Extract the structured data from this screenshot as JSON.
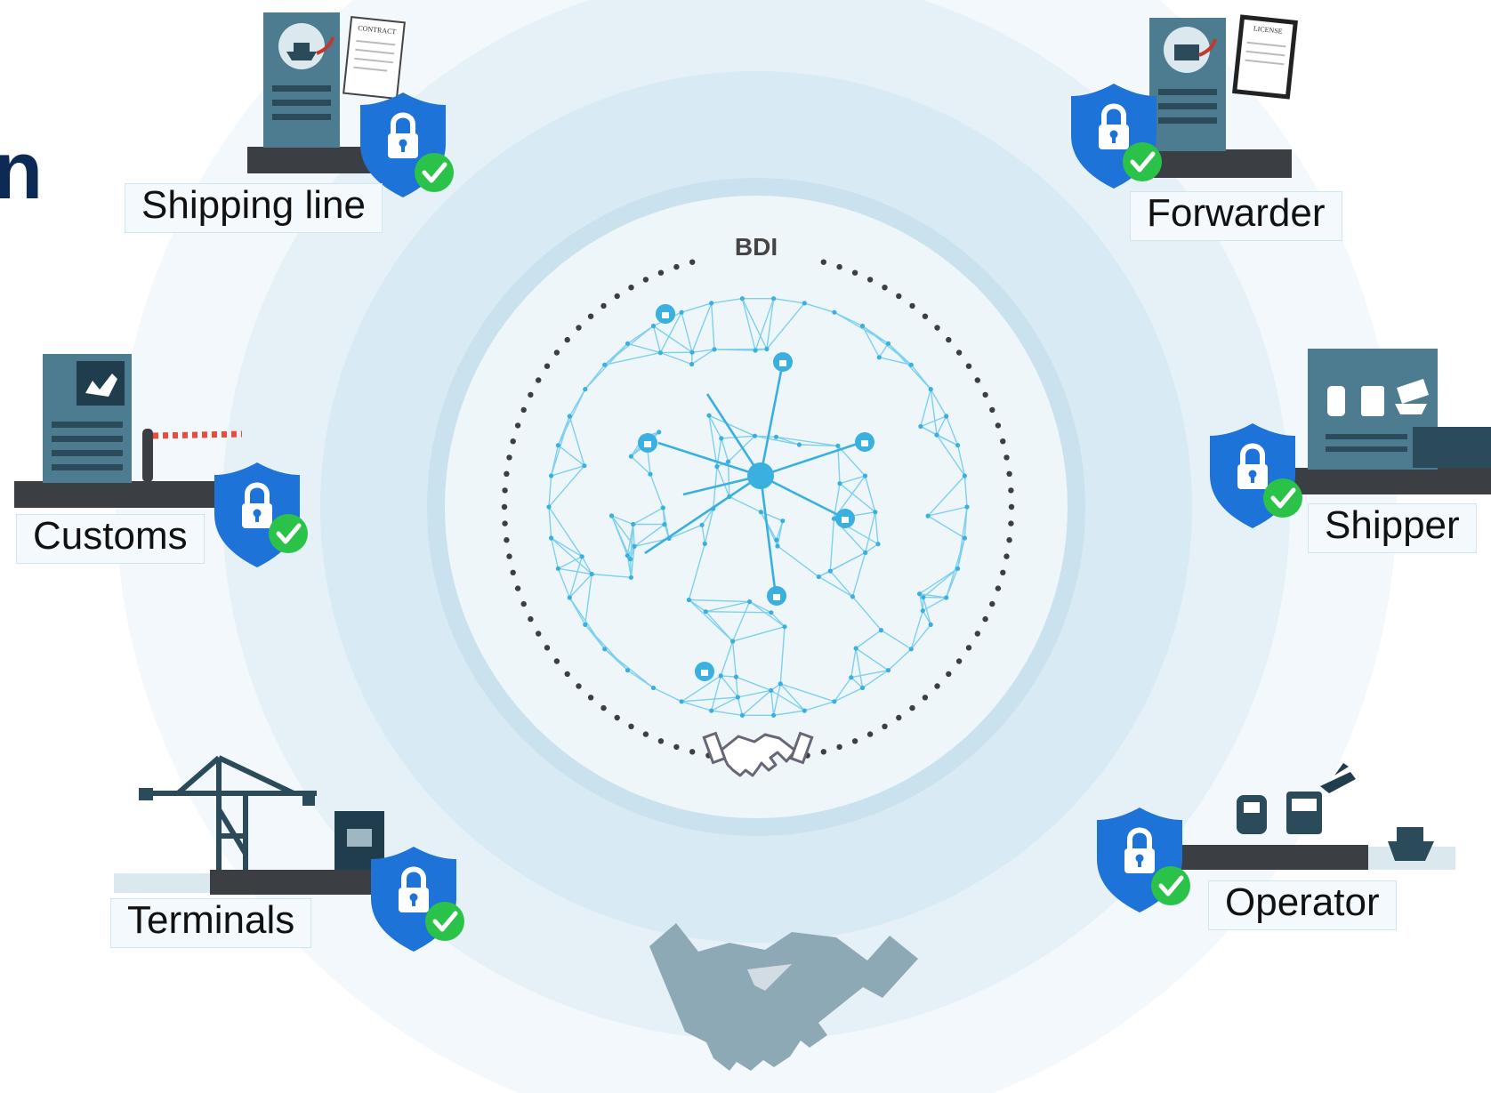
{
  "title_fragment": "n",
  "center": {
    "label": "BDI"
  },
  "actors": [
    {
      "id": "shipping-line",
      "label": "Shipping line"
    },
    {
      "id": "forwarder",
      "label": "Forwarder"
    },
    {
      "id": "customs",
      "label": "Customs"
    },
    {
      "id": "shipper",
      "label": "Shipper"
    },
    {
      "id": "terminals",
      "label": "Terminals"
    },
    {
      "id": "operator",
      "label": "Operator"
    }
  ],
  "icons": {
    "shipping-line": {
      "doc": "CONTRACT"
    },
    "forwarder": {
      "doc": "LICENSE"
    }
  },
  "colors": {
    "ring_outer": "#e9f3f8",
    "ring_mid": "#dcedf5",
    "ring_inner": "#cce4ef",
    "core": "#eef6fa",
    "network": "#39b0e0",
    "shield": "#1e73d8",
    "check": "#2bc24a",
    "building": "#4d7b8f",
    "ground": "#3b3f44",
    "handshake": "#8ea9b6"
  }
}
